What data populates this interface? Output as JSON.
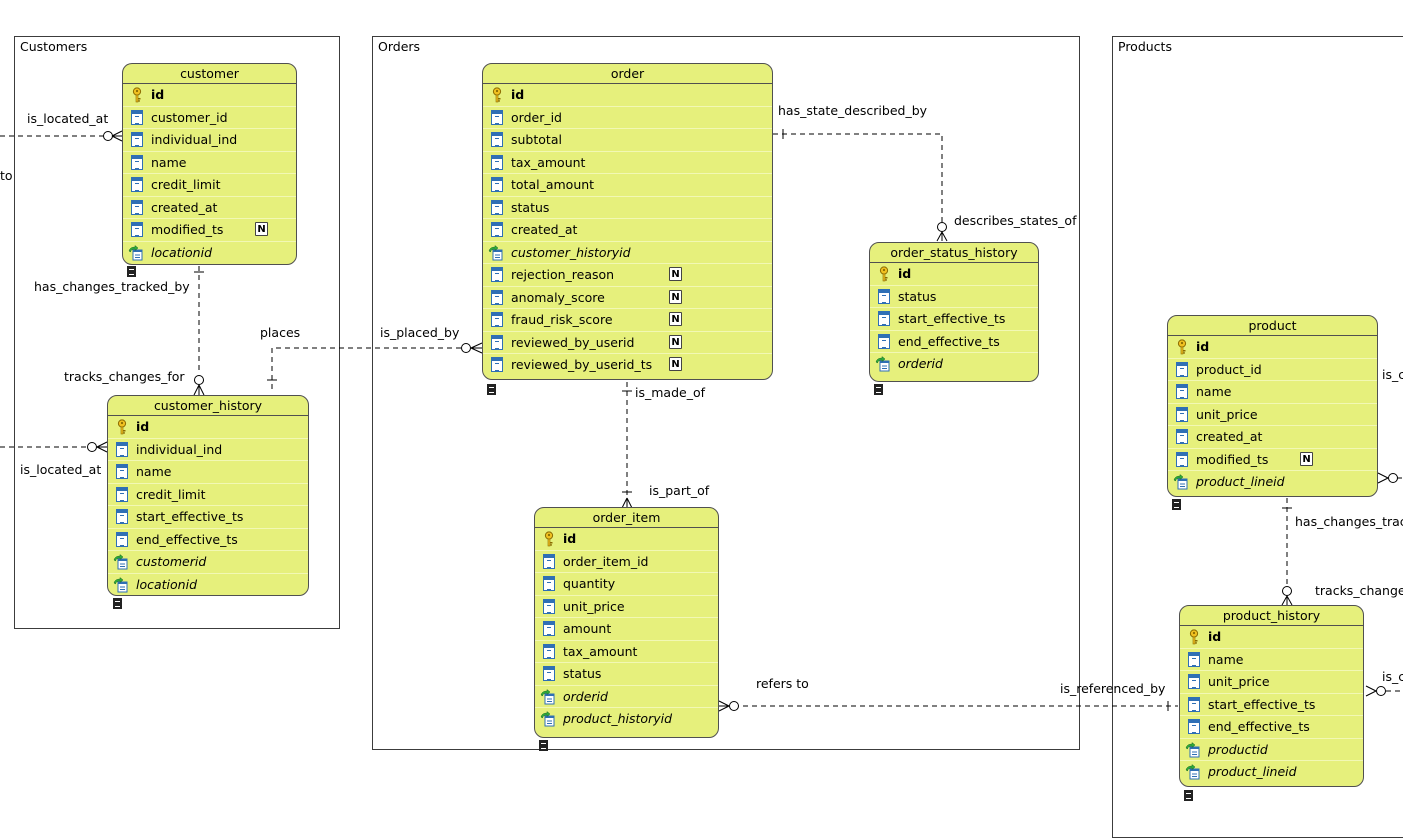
{
  "packages": [
    {
      "id": "customers",
      "title": "Customers"
    },
    {
      "id": "orders",
      "title": "Orders"
    },
    {
      "id": "products",
      "title": "Products"
    }
  ],
  "entities": {
    "customer": {
      "name": "customer",
      "columns": [
        {
          "name": "id",
          "kind": "pk"
        },
        {
          "name": "customer_id",
          "kind": "col"
        },
        {
          "name": "individual_ind",
          "kind": "col"
        },
        {
          "name": "name",
          "kind": "col"
        },
        {
          "name": "credit_limit",
          "kind": "col"
        },
        {
          "name": "created_at",
          "kind": "col"
        },
        {
          "name": "modified_ts",
          "kind": "col",
          "nullable": "N"
        },
        {
          "name": "locationid",
          "kind": "fk"
        }
      ]
    },
    "customer_history": {
      "name": "customer_history",
      "columns": [
        {
          "name": "id",
          "kind": "pk"
        },
        {
          "name": "individual_ind",
          "kind": "col"
        },
        {
          "name": "name",
          "kind": "col"
        },
        {
          "name": "credit_limit",
          "kind": "col"
        },
        {
          "name": "start_effective_ts",
          "kind": "col"
        },
        {
          "name": "end_effective_ts",
          "kind": "col"
        },
        {
          "name": "customerid",
          "kind": "fk"
        },
        {
          "name": "locationid",
          "kind": "fk"
        }
      ]
    },
    "order": {
      "name": "order",
      "columns": [
        {
          "name": "id",
          "kind": "pk"
        },
        {
          "name": "order_id",
          "kind": "col"
        },
        {
          "name": "subtotal",
          "kind": "col"
        },
        {
          "name": "tax_amount",
          "kind": "col"
        },
        {
          "name": "total_amount",
          "kind": "col"
        },
        {
          "name": "status",
          "kind": "col"
        },
        {
          "name": "created_at",
          "kind": "col"
        },
        {
          "name": "customer_historyid",
          "kind": "fk"
        },
        {
          "name": "rejection_reason",
          "kind": "col",
          "nullable": "N"
        },
        {
          "name": "anomaly_score",
          "kind": "col",
          "nullable": "N"
        },
        {
          "name": "fraud_risk_score",
          "kind": "col",
          "nullable": "N"
        },
        {
          "name": "reviewed_by_userid",
          "kind": "col",
          "nullable": "N"
        },
        {
          "name": "reviewed_by_userid_ts",
          "kind": "col",
          "nullable": "N"
        }
      ]
    },
    "order_status_history": {
      "name": "order_status_history",
      "columns": [
        {
          "name": "id",
          "kind": "pk"
        },
        {
          "name": "status",
          "kind": "col"
        },
        {
          "name": "start_effective_ts",
          "kind": "col"
        },
        {
          "name": "end_effective_ts",
          "kind": "col"
        },
        {
          "name": "orderid",
          "kind": "fk"
        }
      ]
    },
    "order_item": {
      "name": "order_item",
      "columns": [
        {
          "name": "id",
          "kind": "pk"
        },
        {
          "name": "order_item_id",
          "kind": "col"
        },
        {
          "name": "quantity",
          "kind": "col"
        },
        {
          "name": "unit_price",
          "kind": "col"
        },
        {
          "name": "amount",
          "kind": "col"
        },
        {
          "name": "tax_amount",
          "kind": "col"
        },
        {
          "name": "status",
          "kind": "col"
        },
        {
          "name": "orderid",
          "kind": "fk"
        },
        {
          "name": "product_historyid",
          "kind": "fk"
        }
      ]
    },
    "product": {
      "name": "product",
      "columns": [
        {
          "name": "id",
          "kind": "pk"
        },
        {
          "name": "product_id",
          "kind": "col"
        },
        {
          "name": "name",
          "kind": "col"
        },
        {
          "name": "unit_price",
          "kind": "col"
        },
        {
          "name": "created_at",
          "kind": "col"
        },
        {
          "name": "modified_ts",
          "kind": "col",
          "nullable": "N"
        },
        {
          "name": "product_lineid",
          "kind": "fk"
        }
      ]
    },
    "product_history": {
      "name": "product_history",
      "columns": [
        {
          "name": "id",
          "kind": "pk"
        },
        {
          "name": "name",
          "kind": "col"
        },
        {
          "name": "unit_price",
          "kind": "col"
        },
        {
          "name": "start_effective_ts",
          "kind": "col"
        },
        {
          "name": "end_effective_ts",
          "kind": "col"
        },
        {
          "name": "productid",
          "kind": "fk"
        },
        {
          "name": "product_lineid",
          "kind": "fk"
        }
      ]
    }
  },
  "relationship_labels": {
    "is_located_at_top": "is_located_at",
    "to_fragment": "to",
    "has_changes_tracked_by": "has_changes_tracked_by",
    "tracks_changes_for": "tracks_changes_for",
    "places": "places",
    "is_located_at_bottom": "is_located_at",
    "is_placed_by": "is_placed_by",
    "has_state_described_by": "has_state_described_by",
    "describes_states_of": "describes_states_of",
    "is_made_of": "is_made_of",
    "is_part_of": "is_part_of",
    "refers_to": "refers to",
    "is_referenced_by": "is_referenced_by",
    "product_right_top": "is_c",
    "has_changes_trac": "has_changes_trac",
    "tracks_change": "tracks_change",
    "product_right_bottom": "is_c"
  }
}
